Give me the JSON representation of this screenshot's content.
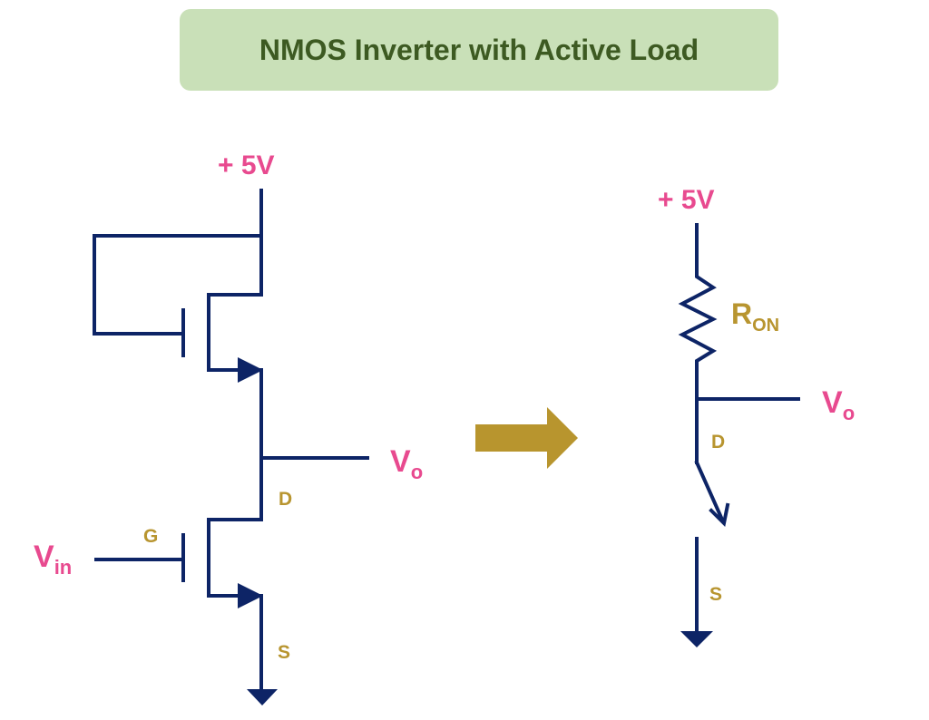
{
  "title": "NMOS Inverter with Active Load",
  "left_circuit": {
    "supply_label": "+ 5V",
    "output_label": "V",
    "output_sub": "o",
    "input_label": "V",
    "input_sub": "in",
    "gate_label": "G",
    "drain_label": "D",
    "source_label": "S"
  },
  "right_circuit": {
    "supply_label": "+ 5V",
    "resistor_label": "R",
    "resistor_sub": "ON",
    "output_label": "V",
    "output_sub": "o",
    "drain_label": "D",
    "source_label": "S"
  },
  "colors": {
    "wire": "#0d2466",
    "label_pink": "#e84a8f",
    "label_gold": "#b89530",
    "arrow": "#b8952e",
    "title_bg": "#c9e0b8",
    "title_text": "#3d5a22"
  }
}
